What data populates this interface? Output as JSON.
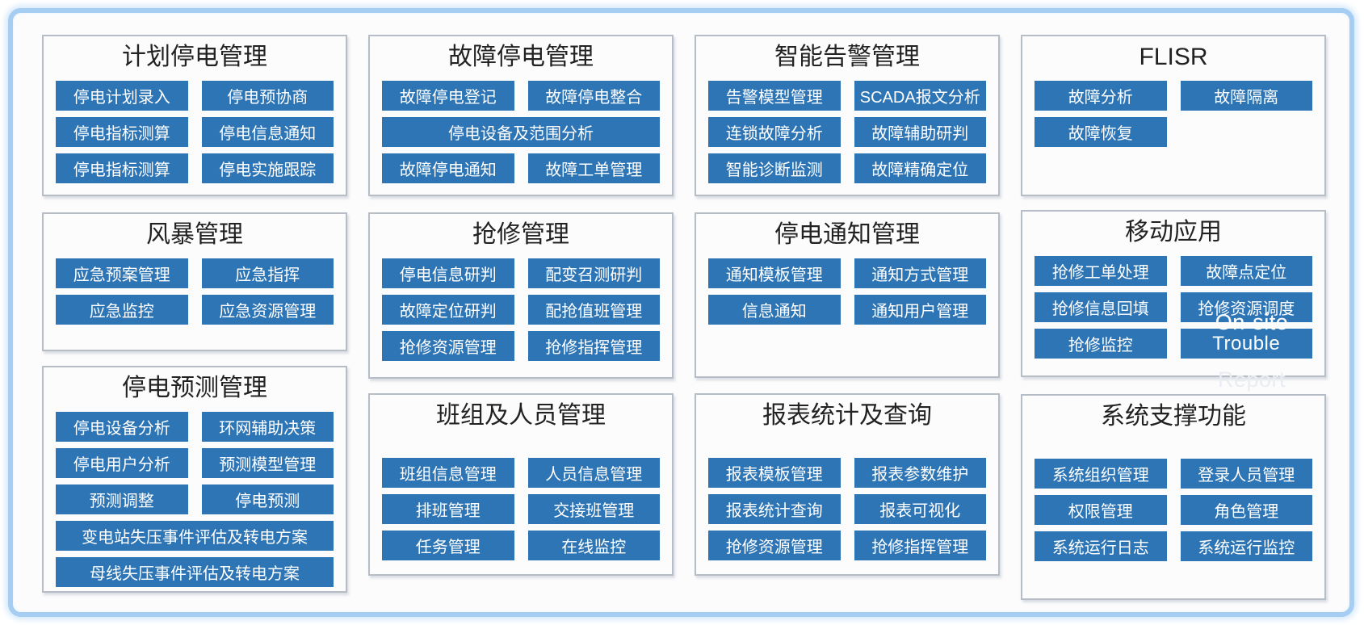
{
  "colors": {
    "button_blue": "#2e75b6",
    "frame_blue": "#a6cef2",
    "panel_border": "#b7bdc7",
    "title_text": "#222222",
    "button_text": "#ffffff"
  },
  "overlays": {
    "on_site": "On-site",
    "report": "Report"
  },
  "panels": [
    {
      "title": "计划停电管理",
      "buttons": [
        "停电计划录入",
        "停电预协商",
        "停电指标测算",
        "停电信息通知",
        "停电指标测算",
        "停电实施跟踪"
      ]
    },
    {
      "title": "故障停电管理",
      "buttons": [
        "故障停电登记",
        "故障停电整合",
        "停电设备及范围分析",
        "故障停电通知",
        "故障工单管理"
      ]
    },
    {
      "title": "智能告警管理",
      "buttons": [
        "告警模型管理",
        "SCADA报文分析",
        "连锁故障分析",
        "故障辅助研判",
        "智能诊断监测",
        "故障精确定位"
      ]
    },
    {
      "title": "FLISR",
      "buttons": [
        "故障分析",
        "故障隔离",
        "故障恢复"
      ]
    },
    {
      "title": "风暴管理",
      "buttons": [
        "应急预案管理",
        "应急指挥",
        "应急监控",
        "应急资源管理"
      ]
    },
    {
      "title": "抢修管理",
      "buttons": [
        "停电信息研判",
        "配变召测研判",
        "故障定位研判",
        "配抢值班管理",
        "抢修资源管理",
        "抢修指挥管理"
      ]
    },
    {
      "title": "停电通知管理",
      "buttons": [
        "通知模板管理",
        "通知方式管理",
        "信息通知",
        "通知用户管理"
      ]
    },
    {
      "title": "移动应用",
      "buttons": [
        "抢修工单处理",
        "故障点定位",
        "抢修信息回填",
        "抢修资源调度",
        "抢修监控",
        "Trouble"
      ]
    },
    {
      "title": "停电预测管理",
      "buttons": [
        "停电设备分析",
        "环网辅助决策",
        "停电用户分析",
        "预测模型管理",
        "预测调整",
        "停电预测",
        "变电站失压事件评估及转电方案",
        "母线失压事件评估及转电方案"
      ]
    },
    {
      "title": "班组及人员管理",
      "buttons": [
        "班组信息管理",
        "人员信息管理",
        "排班管理",
        "交接班管理",
        "任务管理",
        "在线监控"
      ]
    },
    {
      "title": "报表统计及查询",
      "buttons": [
        "报表模板管理",
        "报表参数维护",
        "报表统计查询",
        "报表可视化",
        "抢修资源管理",
        "抢修指挥管理"
      ]
    },
    {
      "title": "系统支撑功能",
      "buttons": [
        "系统组织管理",
        "登录人员管理",
        "权限管理",
        "角色管理",
        "系统运行日志",
        "系统运行监控"
      ]
    }
  ]
}
